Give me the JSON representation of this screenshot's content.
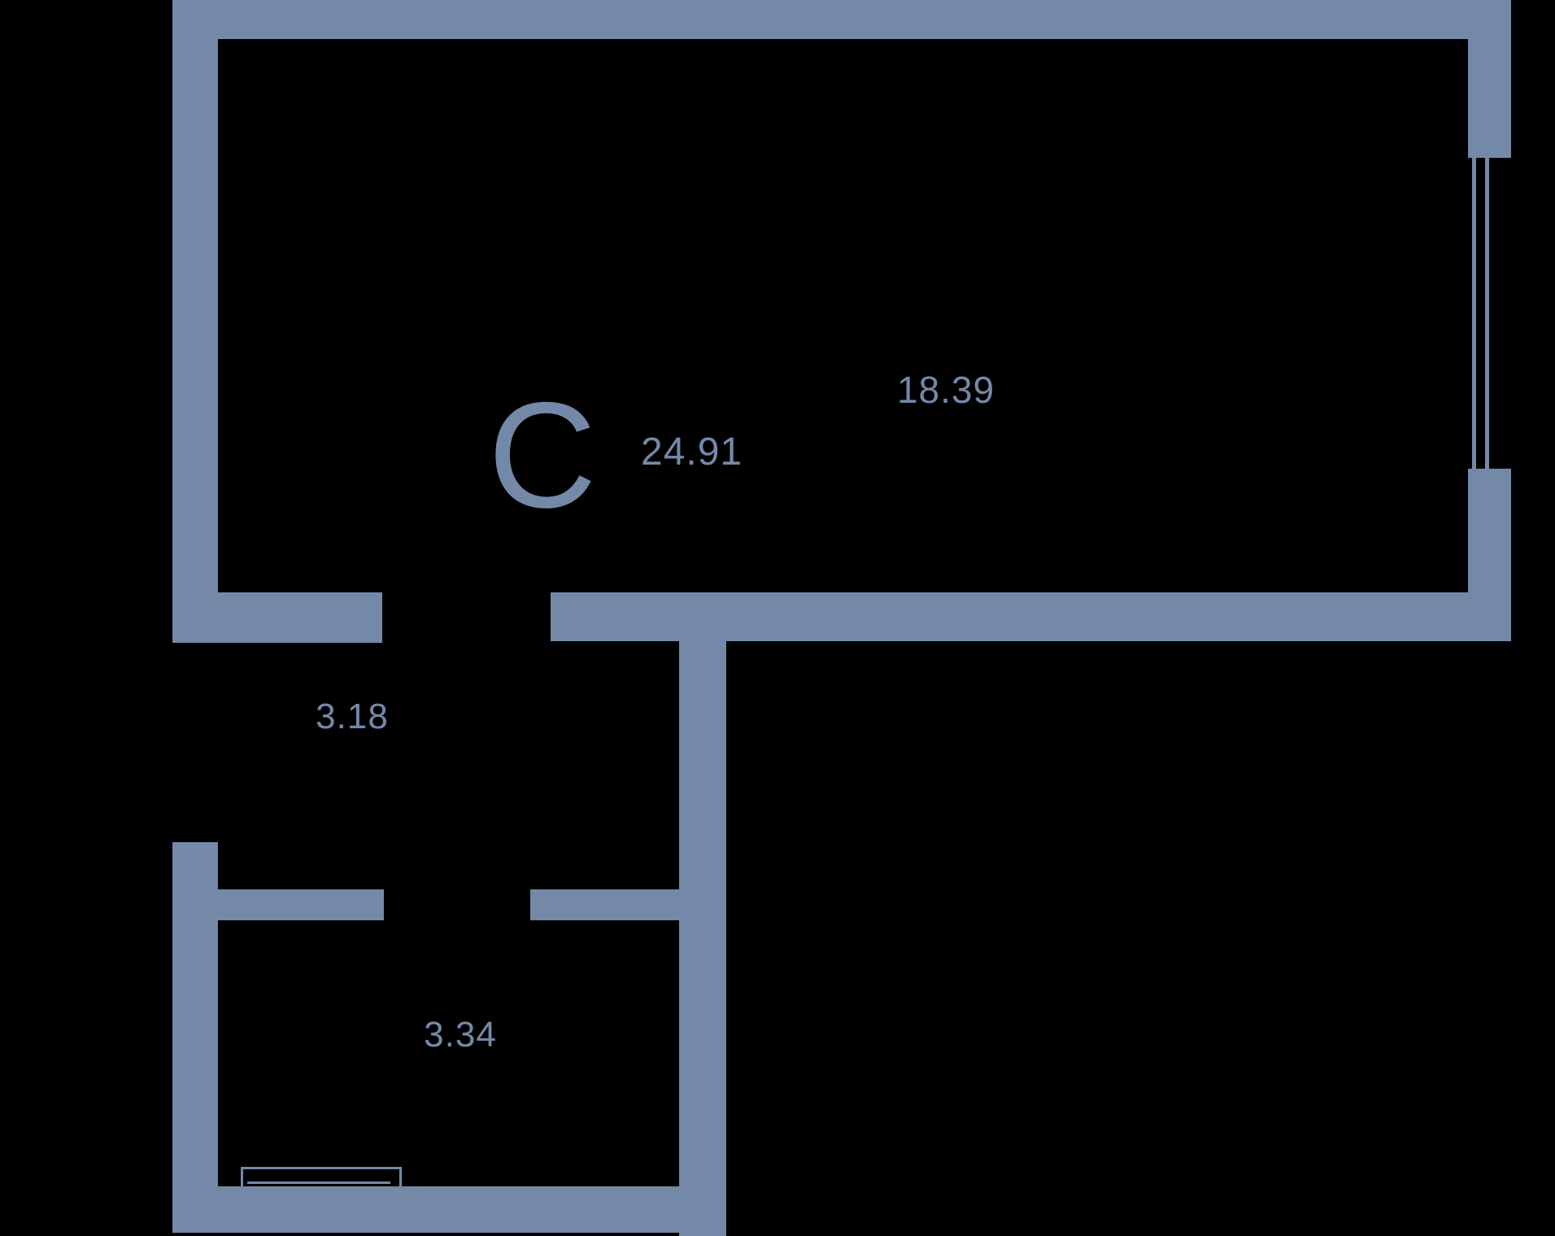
{
  "floorplan": {
    "background_color": "#000000",
    "wall_color": "#7489A8",
    "unit": {
      "type_letter": "C",
      "total_area": "24.91"
    },
    "rooms": [
      {
        "id": "living-room",
        "area": "18.39"
      },
      {
        "id": "hallway",
        "area": "3.18"
      },
      {
        "id": "bathroom",
        "area": "3.34"
      }
    ]
  }
}
